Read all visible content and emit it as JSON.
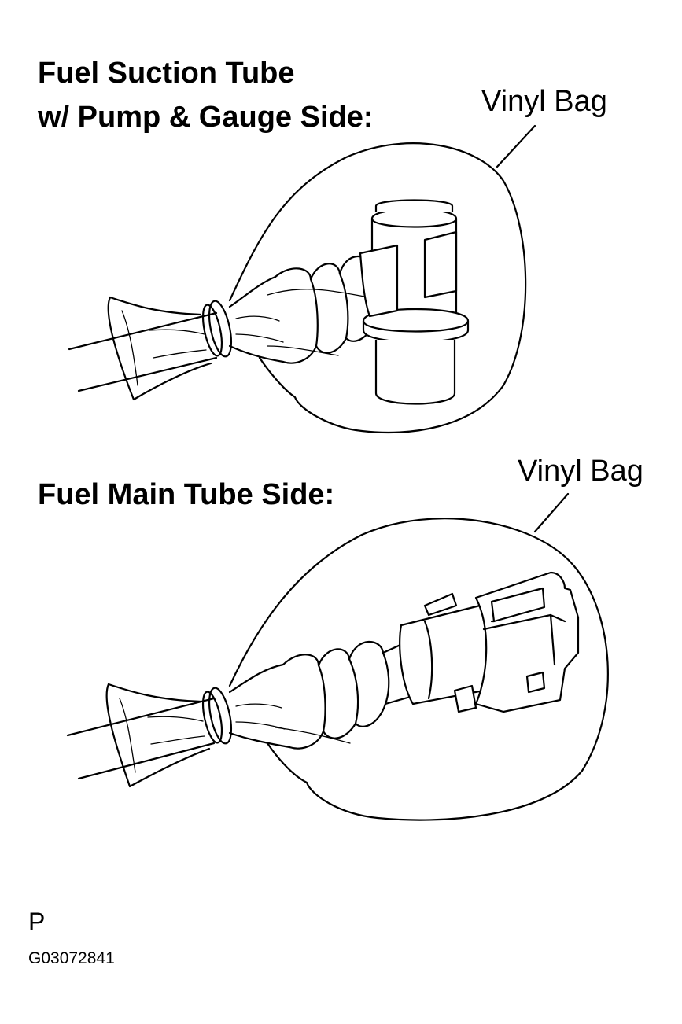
{
  "labels": {
    "top_heading_line1": "Fuel Suction Tube",
    "top_heading_line2": "w/ Pump & Gauge Side:",
    "top_callout": "Vinyl Bag",
    "bottom_heading": "Fuel Main Tube Side:",
    "bottom_callout": "Vinyl Bag"
  },
  "footer": {
    "mark": "P",
    "figure_id": "G03072841"
  },
  "colors": {
    "ink": "#000000",
    "paper": "#ffffff"
  }
}
